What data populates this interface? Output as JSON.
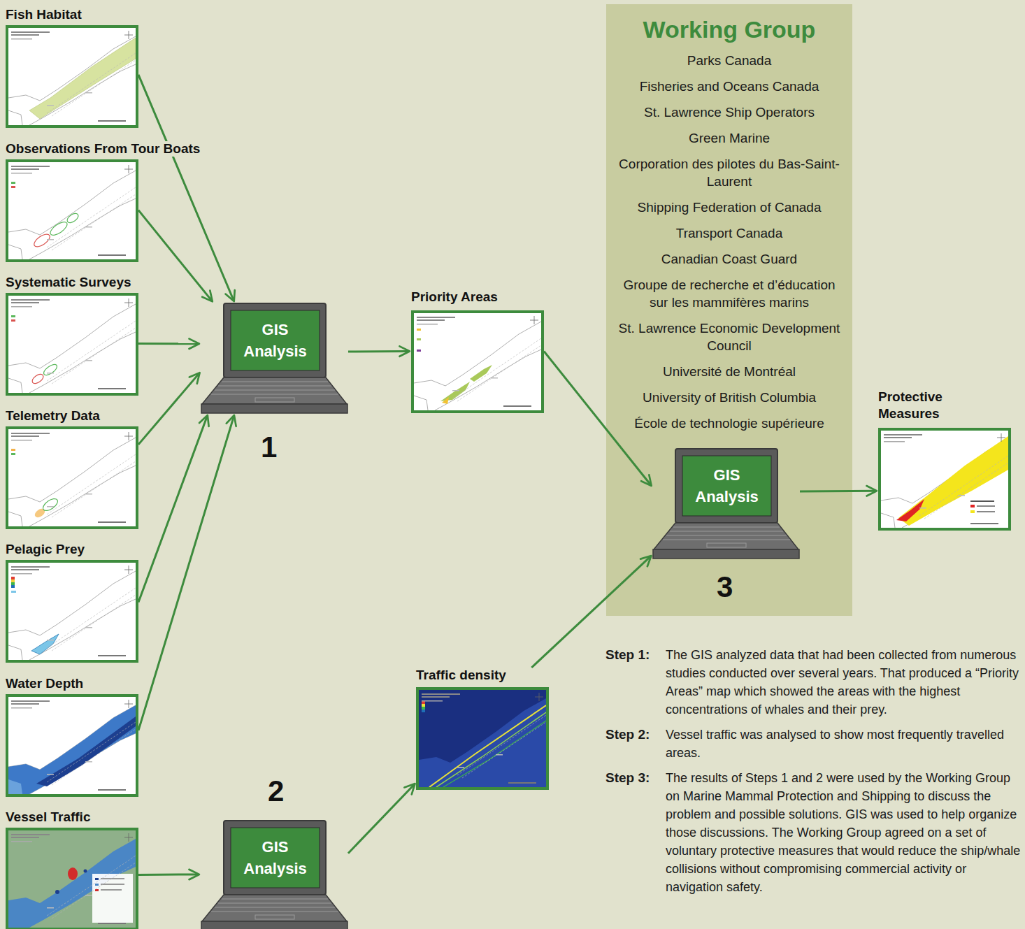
{
  "diagram": {
    "nodes": [
      {
        "text": [
          "Fish Habitat"
        ]
      },
      {
        "text": [
          "Observations From Tour Boats"
        ]
      },
      {
        "text": [
          "Systematic Surveys"
        ]
      },
      {
        "text": [
          "Telemetry Data"
        ]
      },
      {
        "text": [
          "Pelagic Prey"
        ]
      },
      {
        "text": [
          "Water Depth"
        ]
      },
      {
        "text": [
          "Vessel Traffic"
        ]
      },
      {
        "text": [
          "GIS Analysis"
        ]
      },
      {
        "text": [
          "Priority Areas"
        ]
      },
      {
        "text": [
          "GIS Analysis"
        ]
      },
      {
        "text": [
          "Traffic density"
        ]
      },
      {
        "text": [
          "Working Group",
          "Parks Canada",
          "Fisheries and Oceans Canada",
          "St. Lawrence Ship Operators",
          "Green Marine",
          "Corporation des pilotes du Bas-Saint-Laurent",
          "Shipping Federation of Canada",
          "Transport Canada",
          "Canadian Coast Guard",
          "Groupe de recherche et d’éducation sur les mammifères marins",
          "St. Lawrence Economic Development Council",
          "Université de Montréal",
          "University of British Columbia",
          "École de technologie supérieure"
        ]
      },
      {
        "text": [
          "GIS Analysis"
        ],
        "in": 11
      },
      {
        "text": [
          "Protective Measures"
        ]
      }
    ],
    "edges": [
      {
        "from": 0,
        "to": 7,
        "arrow": "to"
      },
      {
        "from": 1,
        "to": 7,
        "arrow": "to"
      },
      {
        "from": 2,
        "to": 7,
        "arrow": "to"
      },
      {
        "from": 3,
        "to": 7,
        "arrow": "to"
      },
      {
        "from": 4,
        "to": 7,
        "arrow": "to"
      },
      {
        "from": 5,
        "to": 7,
        "arrow": "to"
      },
      {
        "from": 6,
        "to": 9,
        "arrow": "to"
      },
      {
        "from": 7,
        "to": 8,
        "arrow": "to"
      },
      {
        "from": 8,
        "to": 12,
        "arrow": "to"
      },
      {
        "from": 9,
        "to": 10,
        "arrow": "to"
      },
      {
        "from": 10,
        "to": 12,
        "arrow": "to"
      },
      {
        "from": 12,
        "to": 13,
        "arrow": "to"
      }
    ],
    "labels": [
      "1",
      "2",
      "3",
      "Step 1:",
      "The GIS analyzed data that had been collected from numerous studies conducted over several years. That produced a “Priority Areas” map which showed the areas with the highest concentrations of whales and their prey.",
      "Step 2:",
      "Vessel traffic was analysed to show most frequently travelled areas.",
      "Step 3:",
      "The results of Steps 1 and 2 were used by the Working Group on Marine Mammal Protection and Shipping to discuss the problem and possible solutions. GIS was used to help organize those discussions. The Working Group agreed on a set of voluntary protective measures that would reduce the ship/whale collisions without compromising commercial activity or navigation safety."
    ]
  }
}
